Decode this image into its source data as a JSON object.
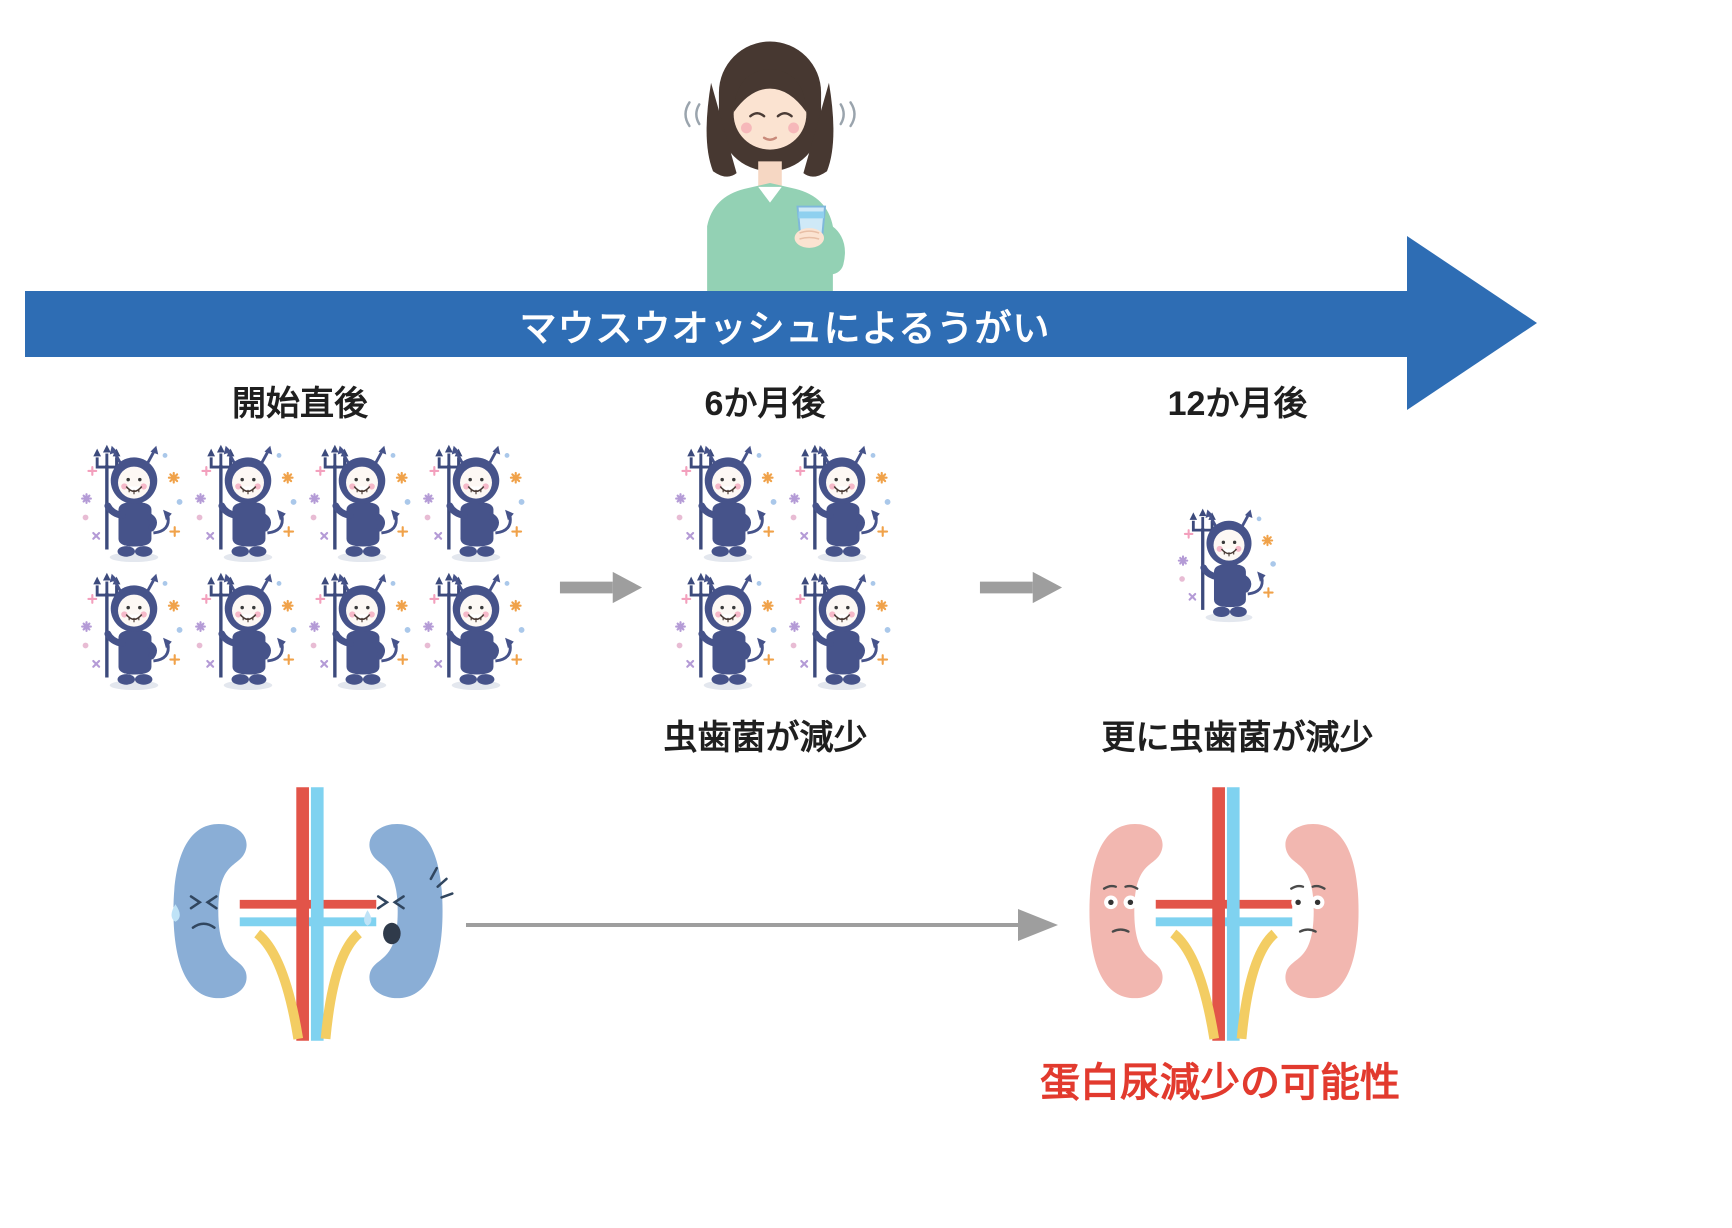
{
  "colors": {
    "arrow-blue": "#2e6db4",
    "caption-red": "#e23a2e",
    "text-dark": "#1f1f1f",
    "germ-navy": "#46538a",
    "kidney-blue": "#8aaed6",
    "kidney-pink": "#f2b7b0",
    "vessel-red": "#e25449",
    "vessel-blue": "#7fd2f0",
    "ureter-yellow": "#f3cd63",
    "gray-arrow": "#9e9e9e"
  },
  "timeline": {
    "arrow_label": "マウスウオッシュによるうがい",
    "stages": [
      {
        "label": "開始直後",
        "germ_count": 8
      },
      {
        "label": "6か月後",
        "germ_count": 4,
        "caption": "虫歯菌が減少"
      },
      {
        "label": "12か月後",
        "germ_count": 1,
        "caption": "更に虫歯菌が減少"
      }
    ]
  },
  "outcome": {
    "caption": "蛋白尿減少の可能性"
  },
  "icons": {
    "germ": "cavity-germ-devil-icon",
    "woman": "woman-gargling-illustration",
    "kidneys_sick": "sad-blue-kidneys-illustration",
    "kidneys_better": "pink-kidneys-illustration",
    "stage_arrow": "gray-right-arrow-icon",
    "timeline_arrow": "blue-right-arrow"
  }
}
